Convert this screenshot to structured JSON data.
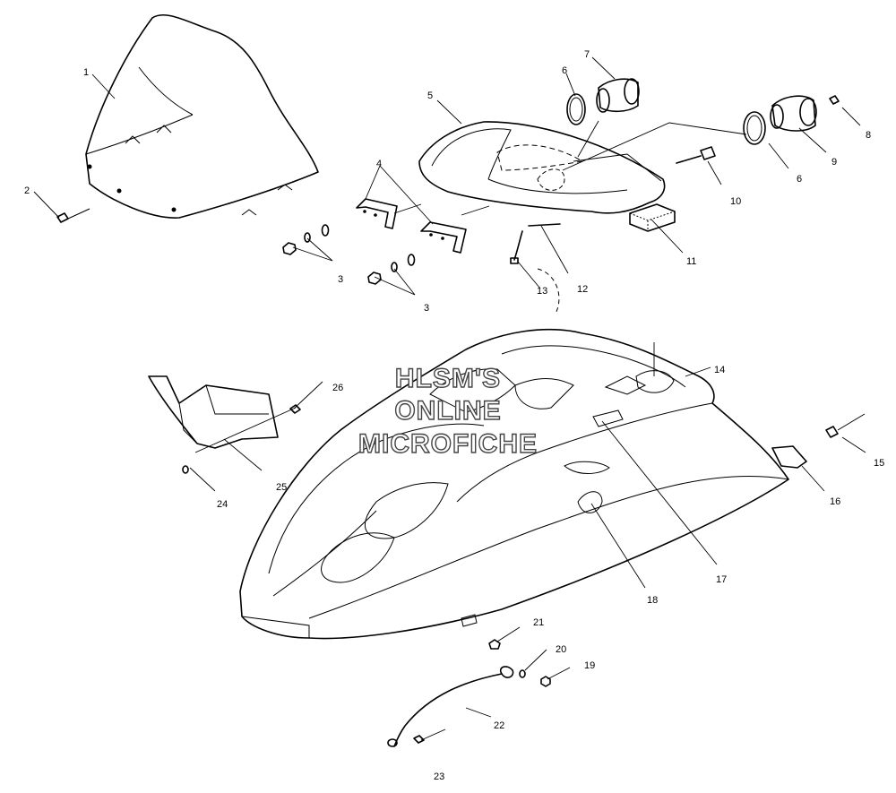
{
  "watermark": {
    "lines": [
      "HLSM'S",
      "ONLINE",
      "MICROFICHE"
    ]
  },
  "callouts": [
    "1",
    "2",
    "3",
    "3",
    "4",
    "5",
    "6",
    "6",
    "7",
    "8",
    "9",
    "10",
    "11",
    "12",
    "13",
    "14",
    "15",
    "16",
    "17",
    "18",
    "19",
    "20",
    "21",
    "22",
    "23",
    "24",
    "25",
    "26"
  ]
}
